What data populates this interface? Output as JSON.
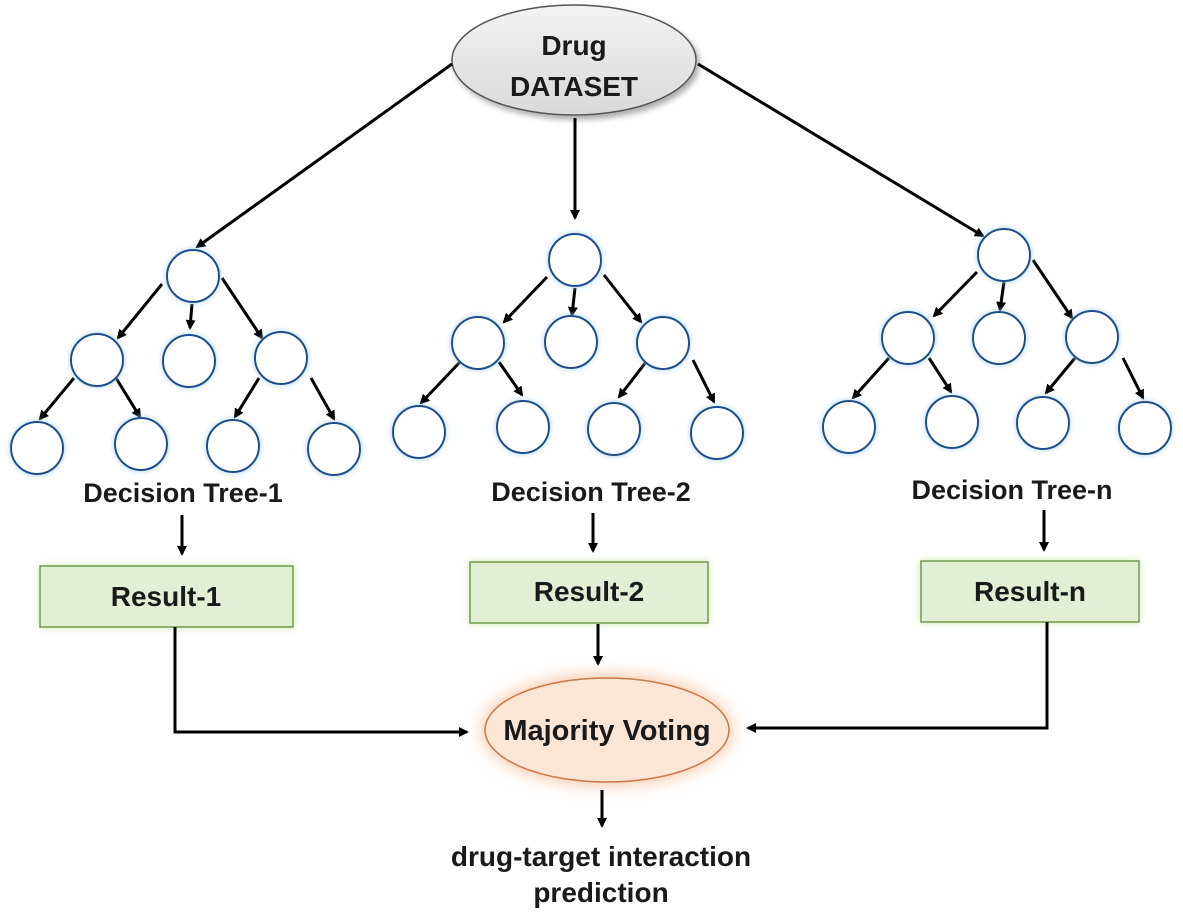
{
  "dataset": {
    "line1": "Drug",
    "line2": "DATASET"
  },
  "trees": [
    {
      "label": "Decision Tree-1",
      "result": "Result-1"
    },
    {
      "label": "Decision Tree-2",
      "result": "Result-2"
    },
    {
      "label": "Decision Tree-n",
      "result": "Result-n"
    }
  ],
  "voting": {
    "label": "Majority Voting"
  },
  "output": {
    "line1": "drug-target interaction",
    "line2": "prediction"
  },
  "colors": {
    "node_stroke": "#1f4f8a",
    "node_glow": "#a9d3ef",
    "result_fill": "#e3efd4",
    "result_stroke": "#6f9a4a",
    "voting_fill": "#fbe6d6",
    "voting_glow": "#f5b58a",
    "dataset_fill": "#e8e8e8"
  }
}
